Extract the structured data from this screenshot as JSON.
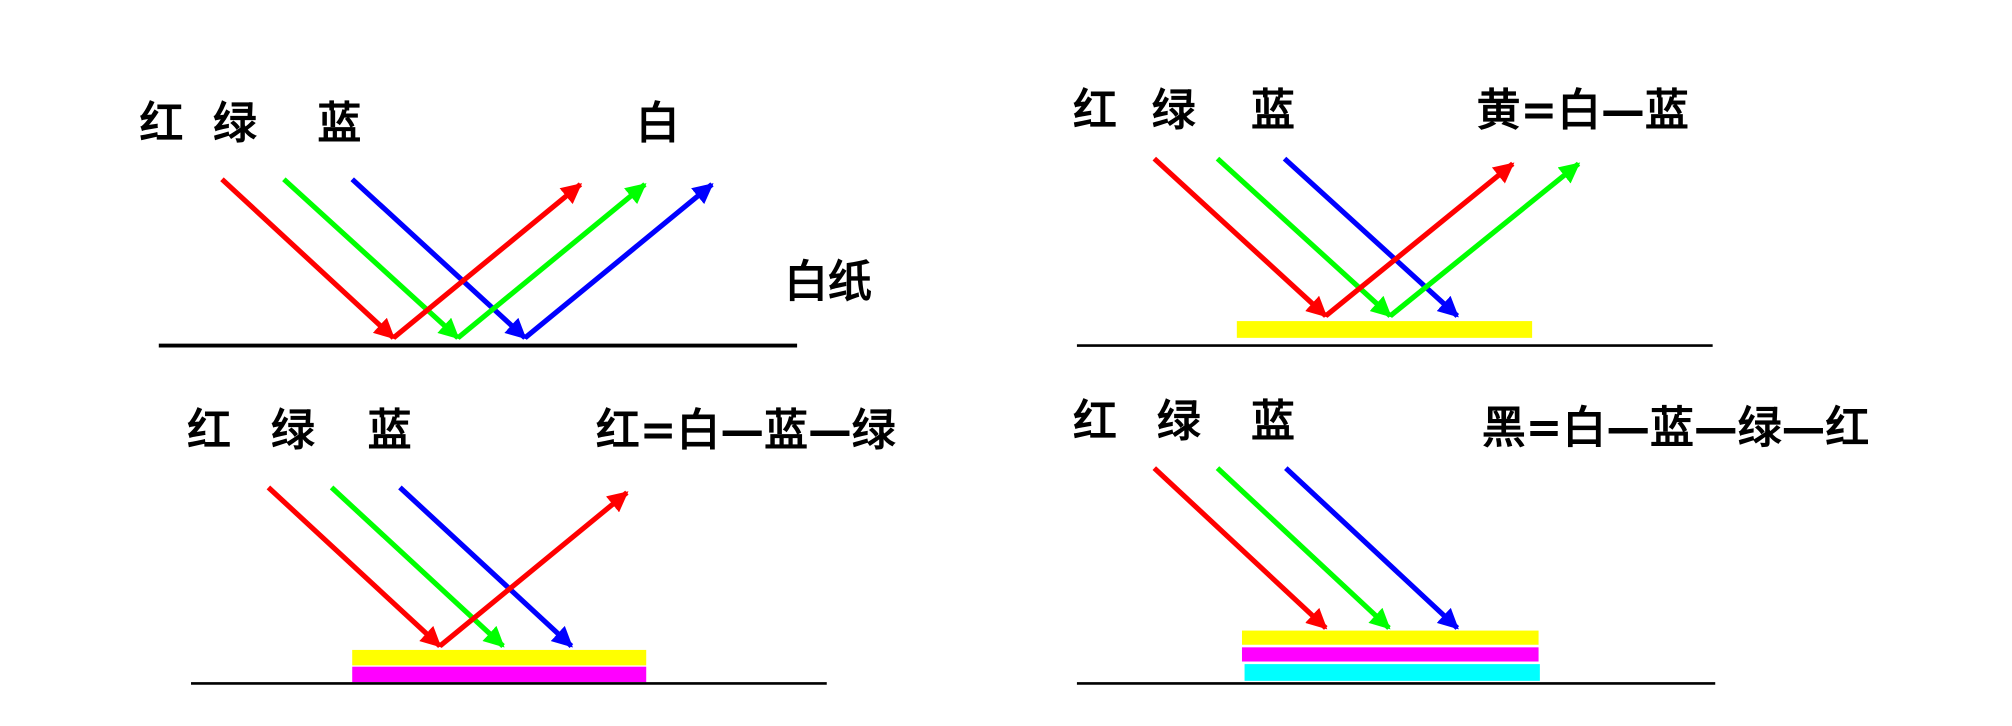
{
  "colors": {
    "red": "#ff0000",
    "green": "#00ff00",
    "blue": "#0000ff",
    "yellow": "#ffff00",
    "magenta": "#ff00ff",
    "cyan": "#00ffff"
  },
  "panels": [
    {
      "incoming": [
        "红",
        "绿",
        "蓝"
      ],
      "result": "白",
      "surface_label": "白纸"
    },
    {
      "incoming": [
        "红",
        "绿",
        "蓝"
      ],
      "result": "黄=白—蓝"
    },
    {
      "incoming": [
        "红",
        "绿",
        "蓝"
      ],
      "result": "红=白—蓝—绿"
    },
    {
      "incoming": [
        "红",
        "绿",
        "蓝"
      ],
      "result": "黑=白—蓝—绿—红"
    }
  ]
}
